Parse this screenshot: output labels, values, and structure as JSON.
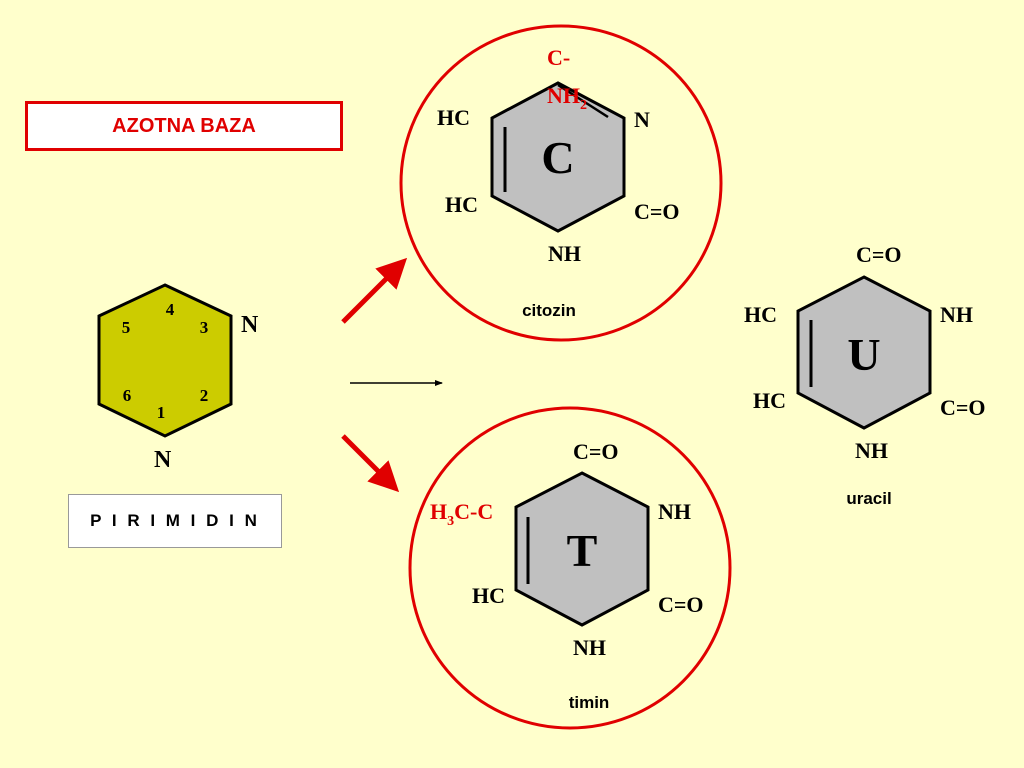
{
  "title_box": {
    "text": "AZOTNA BAZA"
  },
  "pyrimidine": {
    "caption": "P I R I M I D I N",
    "positions": [
      "1",
      "2",
      "3",
      "4",
      "5",
      "6"
    ],
    "n_right": "N",
    "n_bottom": "N"
  },
  "cytosine": {
    "letter": "C",
    "name": "citozin",
    "top_line1": "C-",
    "top_line2": "NH",
    "top_sub": "2",
    "left_top": "HC",
    "left_bottom": "HC",
    "right_top": "N",
    "right_bottom": "C=O",
    "bottom": "NH"
  },
  "thymine": {
    "letter": "T",
    "name": "timin",
    "top": "C=O",
    "left_top_a": "H",
    "left_top_sub": "3",
    "left_top_b": "C-C",
    "left_bottom": "HC",
    "right_top": "NH",
    "right_bottom": "C=O",
    "bottom": "NH"
  },
  "uracil": {
    "letter": "U",
    "name": "uracil",
    "top": "C=O",
    "left_top": "HC",
    "left_bottom": "HC",
    "right_top": "NH",
    "right_bottom": "C=O",
    "bottom": "NH"
  },
  "colors": {
    "background": "#ffffcc",
    "accent_red": "#e00000",
    "pyrimidine_fill": "#cccc00",
    "ring_fill": "#c0c0c0"
  }
}
